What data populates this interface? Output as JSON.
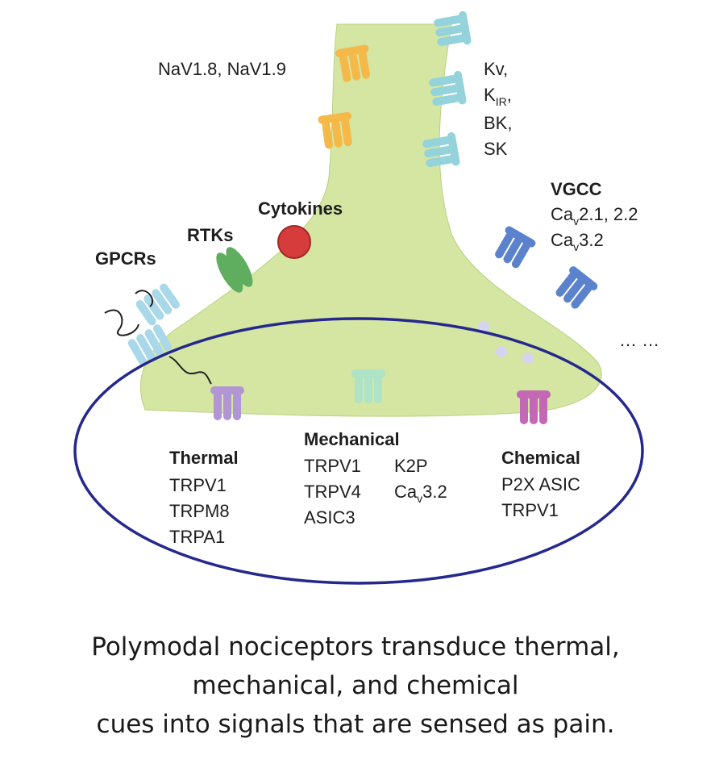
{
  "labels": {
    "nav": "NaV1.8,  NaV1.9",
    "k_kv": "Kv,",
    "k_kir_base": "K",
    "k_kir_sub": "IR",
    "k_kir_tail": ",",
    "k_bk": "BK,",
    "k_sk": "SK",
    "vgcc_title": "VGCC",
    "vgcc_ca1_base": "Ca",
    "vgcc_ca1_sub": "v",
    "vgcc_ca1_tail": "2.1, 2.2",
    "vgcc_ca2_base": "Ca",
    "vgcc_ca2_sub": "v",
    "vgcc_ca2_tail": "3.2",
    "cytokines": "Cytokines",
    "rtks": "RTKs",
    "gpcrs": "GPCRs",
    "ellipsis": "… …"
  },
  "groups": {
    "thermal": {
      "title": "Thermal",
      "items": [
        "TRPV1",
        "TRPM8",
        "TRPA1"
      ]
    },
    "mechanical": {
      "title": "Mechanical",
      "row1a": "TRPV1",
      "row1b": "K2P",
      "row2a": "TRPV4",
      "row2b_base": "Ca",
      "row2b_sub": "v",
      "row2b_tail": "3.2",
      "row3a": "ASIC3"
    },
    "chemical": {
      "title": "Chemical",
      "row1": "P2X  ASIC",
      "row2": "TRPV1"
    }
  },
  "caption": {
    "line1": "Polymodal nociceptors transduce thermal,",
    "line2": "mechanical, and chemical",
    "line3": "cues into signals that are sensed as pain."
  },
  "colors": {
    "membrane": "#d4e6a2",
    "membrane_edge": "#b8d282",
    "nav_channel": "#f4b949",
    "k_channel": "#94d3dc",
    "vgcc_channel": "#5b82cc",
    "rtk": "#5fae5f",
    "cytokine": "#d73c3c",
    "gpcr": "#a9d8ea",
    "thermal_channel": "#b295d4",
    "mechanical_channel": "#aee3c7",
    "chemical_channel": "#c268b4",
    "ellipse_outline": "#25288c"
  }
}
